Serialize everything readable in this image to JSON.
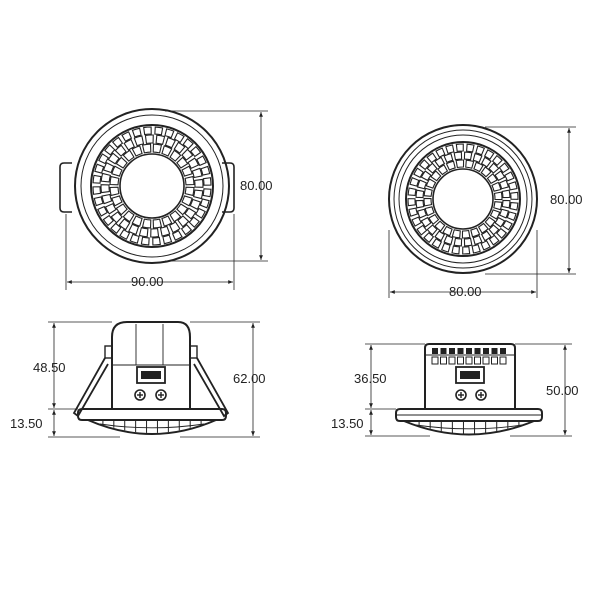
{
  "views": {
    "recessed_top": {
      "width": "90.00",
      "height": "80.00"
    },
    "surface_top": {
      "width": "80.00",
      "height": "80.00"
    },
    "recessed_side": {
      "body": "48.50",
      "flange": "13.50",
      "total": "62.00"
    },
    "surface_side": {
      "body": "36.50",
      "flange": "13.50",
      "total": "50.00"
    }
  }
}
